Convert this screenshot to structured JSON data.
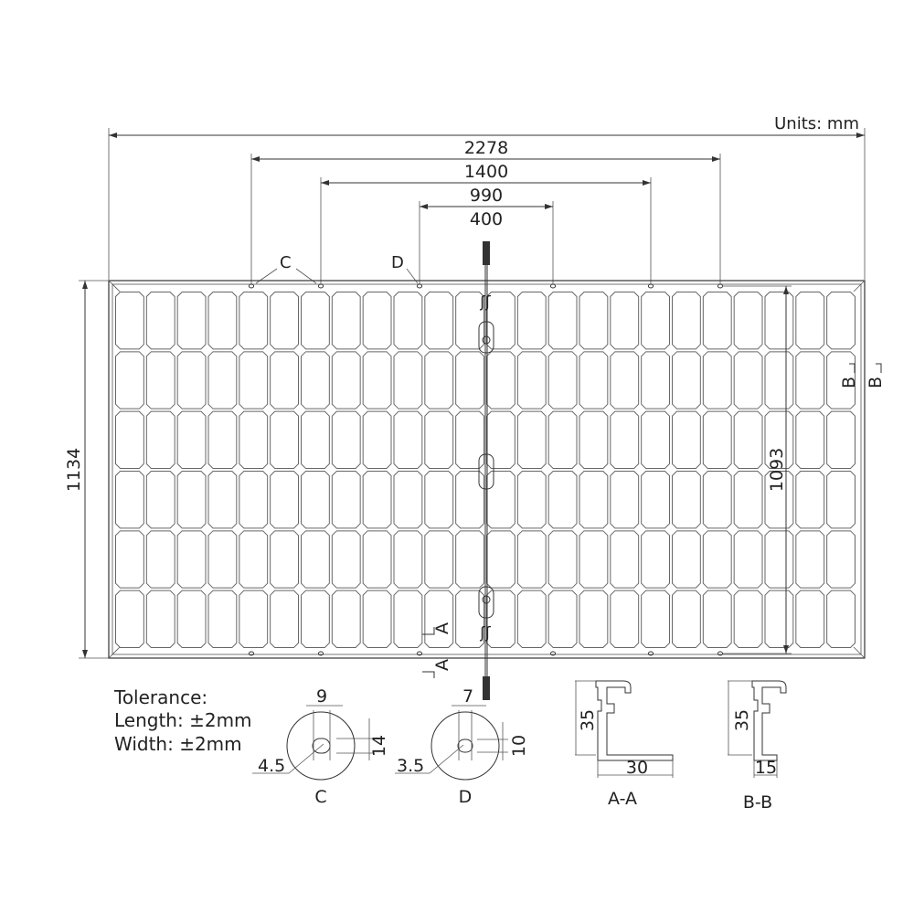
{
  "units": "Units: mm",
  "dimensions": {
    "overall_length": "2278",
    "mount_c_spacing": "1400",
    "mount_d_spacing": "990",
    "center_spacing": "400",
    "overall_width": "1134",
    "inner_width": "1093"
  },
  "hole_labels": {
    "c": "C",
    "d": "D"
  },
  "section_markers": {
    "a": "A",
    "b": "B"
  },
  "tolerance": {
    "title": "Tolerance:",
    "length": "Length: ±2mm",
    "width": "Width: ±2mm"
  },
  "detail_c": {
    "label": "C",
    "width": "9",
    "height": "14",
    "diameter": "4.5"
  },
  "detail_d": {
    "label": "D",
    "width": "7",
    "height": "10",
    "diameter": "3.5"
  },
  "section_aa": {
    "label": "A-A",
    "height": "35",
    "width": "30"
  },
  "section_bb": {
    "label": "B-B",
    "height": "35",
    "width": "15"
  },
  "panel": {
    "cell_columns": 24,
    "cell_rows": 6
  }
}
